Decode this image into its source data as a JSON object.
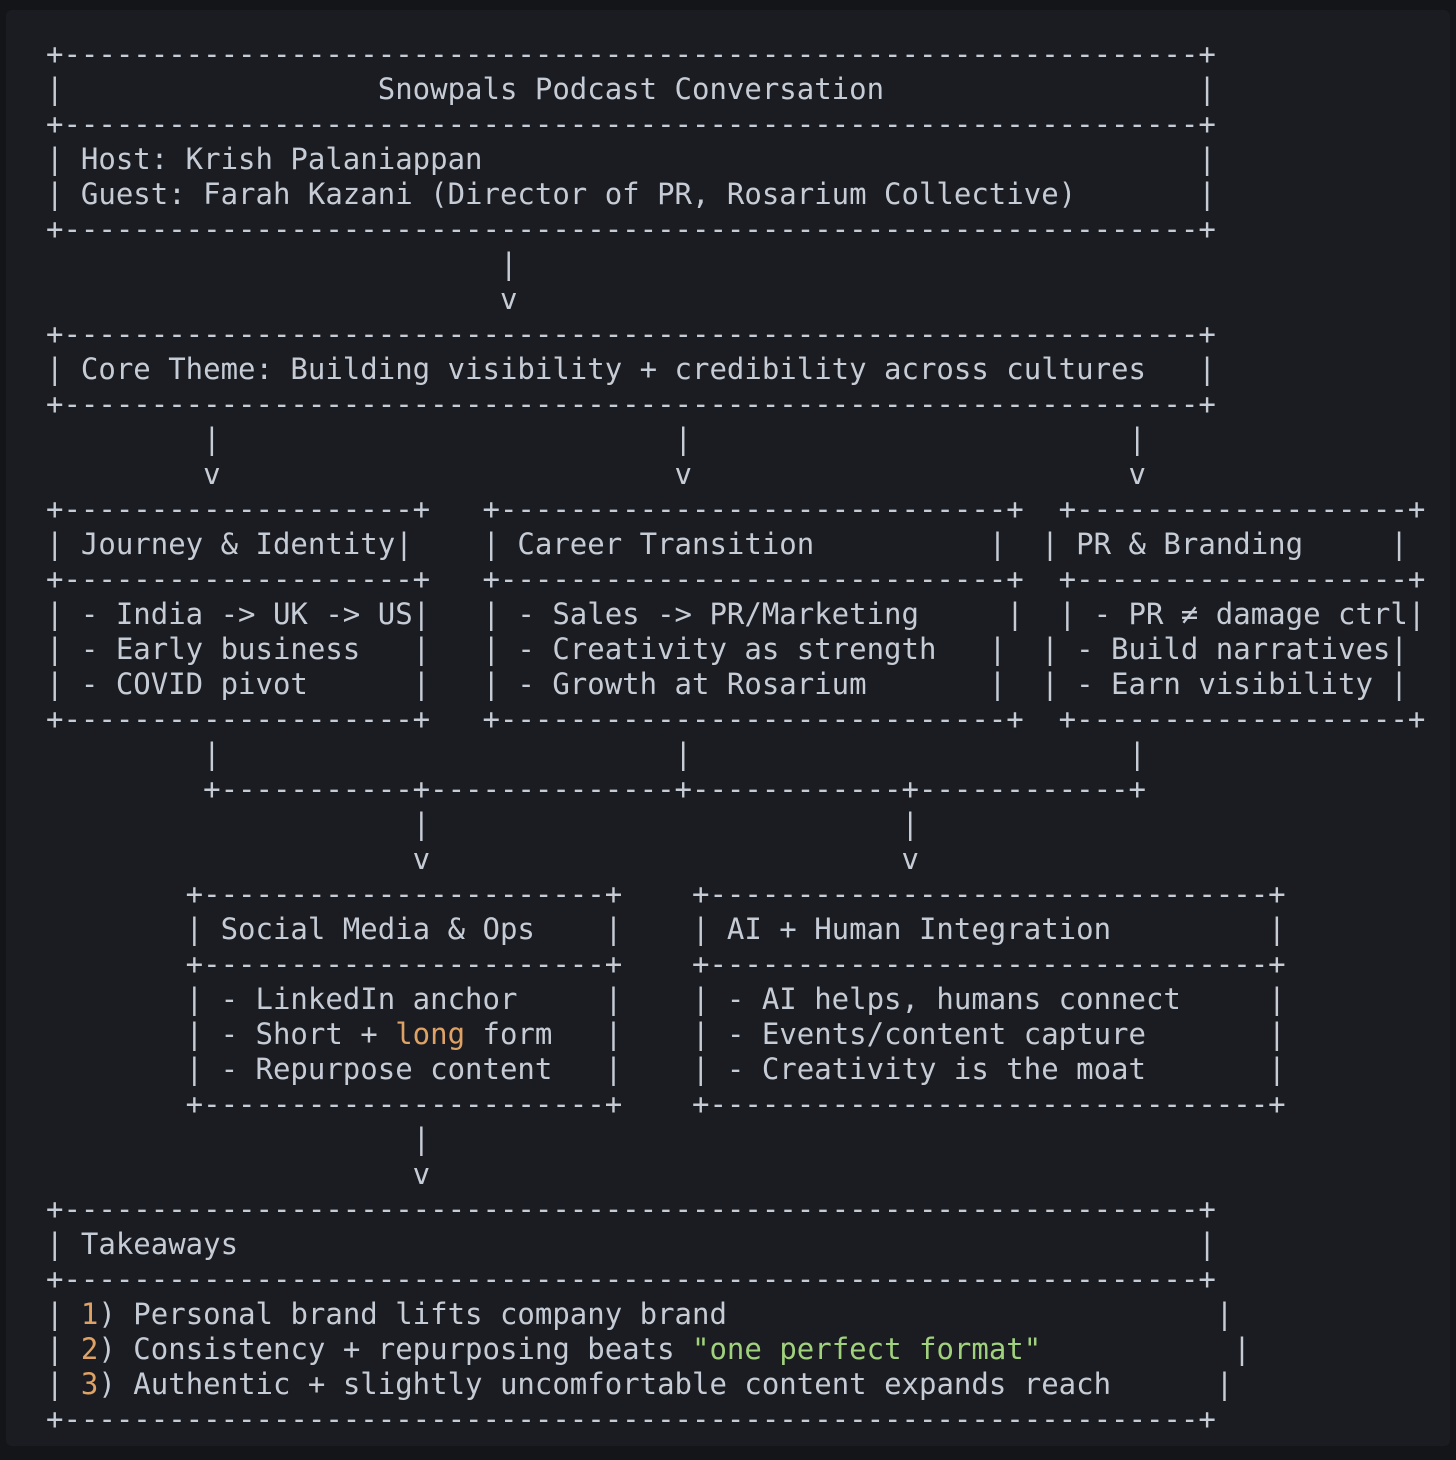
{
  "colors": {
    "t": "#c6ccd6",
    "o": "#dfa265",
    "g": "#a0d27d",
    "code_background": "#1b1c21",
    "page_background": "#141519"
  },
  "diagram": {
    "sections": [
      {
        "name": "conversation-header-box",
        "lines": [
          [
            [
              "t",
              "+-----------------------------------------------------------------+"
            ]
          ],
          [
            [
              "t",
              "|                  Snowpals Podcast Conversation                  |"
            ]
          ],
          [
            [
              "t",
              "+-----------------------------------------------------------------+"
            ]
          ],
          [
            [
              "t",
              "| Host: Krish Palaniappan                                         |"
            ]
          ],
          [
            [
              "t",
              "| Guest: Farah Kazani (Director of PR, Rosarium Collective)       |"
            ]
          ],
          [
            [
              "t",
              "+-----------------------------------------------------------------+"
            ]
          ]
        ]
      },
      {
        "name": "arrow-header-to-theme",
        "lines": [
          [
            [
              "t",
              "                          |"
            ]
          ],
          [
            [
              "t",
              "                          v"
            ]
          ]
        ]
      },
      {
        "name": "core-theme-box",
        "lines": [
          [
            [
              "t",
              "+-----------------------------------------------------------------+"
            ]
          ],
          [
            [
              "t",
              "| Core Theme: Building visibility + credibility across cultures   |"
            ]
          ],
          [
            [
              "t",
              "+-----------------------------------------------------------------+"
            ]
          ]
        ]
      },
      {
        "name": "arrows-theme-to-branches",
        "lines": [
          [
            [
              "t",
              "         |                          |                         |"
            ]
          ],
          [
            [
              "t",
              "         v                          v                         v"
            ]
          ]
        ]
      },
      {
        "name": "branch-boxes-journey-career-pr",
        "lines": [
          [
            [
              "t",
              "+--------------------+   +-----------------------------+  +-------------------+"
            ]
          ],
          [
            [
              "t",
              "| Journey & Identity|    | Career Transition          |  | PR & Branding     |"
            ]
          ],
          [
            [
              "t",
              "+--------------------+   +-----------------------------+  +-------------------+"
            ]
          ],
          [
            [
              "t",
              "| - India -> UK -> US|   | - Sales -> PR/Marketing     |  | - PR ≠ damage ctrl|"
            ]
          ],
          [
            [
              "t",
              "| - Early business   |   | - Creativity as strength   |  | - Build narratives|"
            ]
          ],
          [
            [
              "t",
              "| - COVID pivot      |   | - Growth at Rosarium       |  | - Earn visibility |"
            ]
          ],
          [
            [
              "t",
              "+--------------------+   +-----------------------------+  +-------------------+"
            ]
          ]
        ]
      },
      {
        "name": "merge-and-split-connector",
        "lines": [
          [
            [
              "t",
              "         |                          |                         |"
            ]
          ],
          [
            [
              "t",
              "         +-----------+--------------+------------+------------+"
            ]
          ],
          [
            [
              "t",
              "                     |                           |"
            ]
          ],
          [
            [
              "t",
              "                     v                           v"
            ]
          ]
        ]
      },
      {
        "name": "social-and-ai-boxes",
        "lines": [
          [
            [
              "t",
              "        +-----------------------+    +--------------------------------+"
            ]
          ],
          [
            [
              "t",
              "        | Social Media & Ops    |    | AI + Human Integration         |"
            ]
          ],
          [
            [
              "t",
              "        +-----------------------+    +--------------------------------+"
            ]
          ],
          [
            [
              "t",
              "        | - LinkedIn anchor     |    | - AI helps, humans connect     |"
            ]
          ],
          [
            [
              "t",
              "        | - Short + "
            ],
            [
              "o",
              "long"
            ],
            [
              "t",
              " form   |    | - Events/content capture       |"
            ]
          ],
          [
            [
              "t",
              "        | - Repurpose content   |    | - Creativity is the moat       |"
            ]
          ],
          [
            [
              "t",
              "        +-----------------------+    +--------------------------------+"
            ]
          ]
        ]
      },
      {
        "name": "arrow-to-takeaways",
        "lines": [
          [
            [
              "t",
              "                     |"
            ]
          ],
          [
            [
              "t",
              "                     v"
            ]
          ]
        ]
      },
      {
        "name": "takeaways-box",
        "lines": [
          [
            [
              "t",
              "+-----------------------------------------------------------------+"
            ]
          ],
          [
            [
              "t",
              "| Takeaways                                                       |"
            ]
          ],
          [
            [
              "t",
              "+-----------------------------------------------------------------+"
            ]
          ],
          [
            [
              "t",
              "| "
            ],
            [
              "o",
              "1"
            ],
            [
              "t",
              ") Personal brand lifts company brand                            |"
            ]
          ],
          [
            [
              "t",
              "| "
            ],
            [
              "o",
              "2"
            ],
            [
              "t",
              ") Consistency + repurposing beats "
            ],
            [
              "g",
              "\"one perfect format\""
            ],
            [
              "t",
              "           |"
            ]
          ],
          [
            [
              "t",
              "| "
            ],
            [
              "o",
              "3"
            ],
            [
              "t",
              ") Authentic + slightly uncomfortable content expands reach      |"
            ]
          ],
          [
            [
              "t",
              "+-----------------------------------------------------------------+"
            ]
          ]
        ]
      }
    ]
  }
}
